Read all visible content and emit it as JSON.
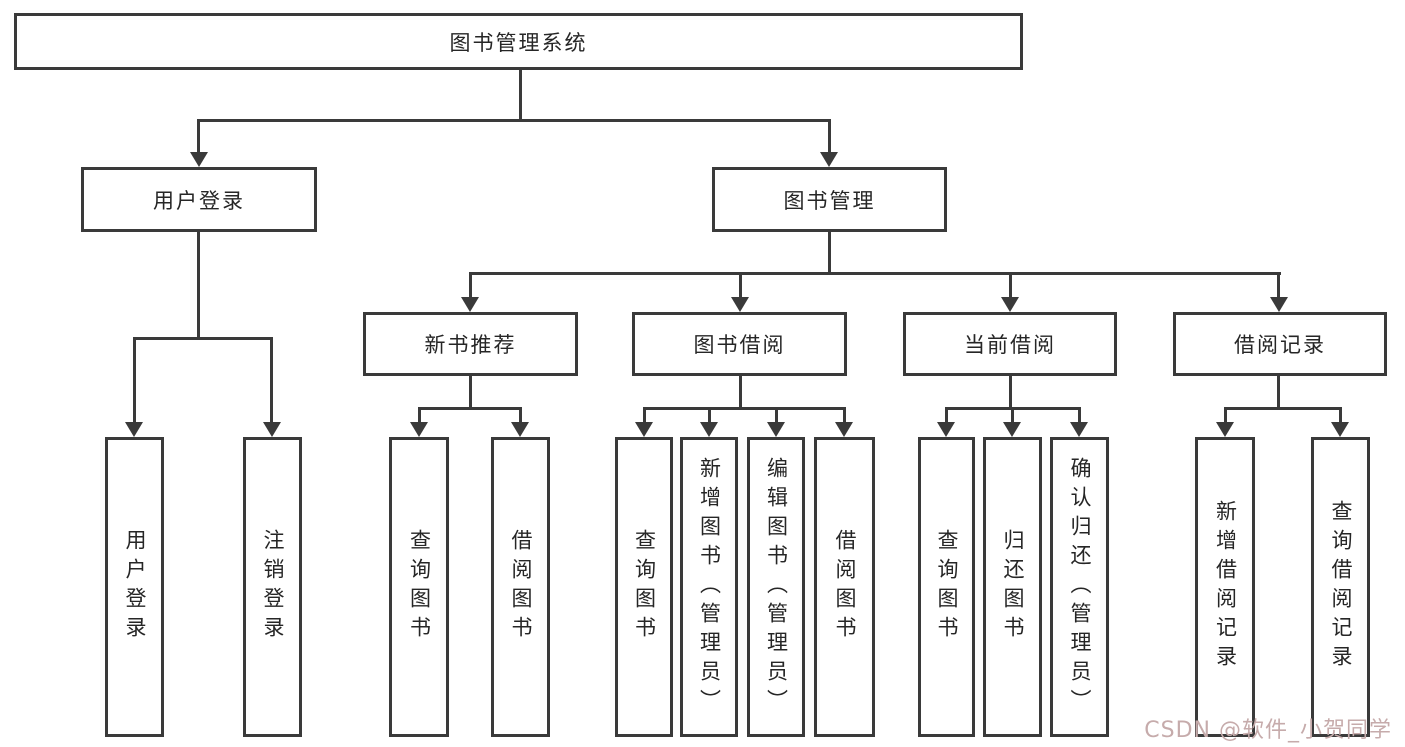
{
  "diagram": {
    "type": "tree",
    "title": "图书管理系统",
    "watermark": "CSDN @软件_小贺同学",
    "colors": {
      "line": "#3a3a3a",
      "box_background": "#ffffff",
      "text": "#262626",
      "watermark": "#c6abab"
    },
    "nodes": {
      "root": {
        "label": "图书管理系统",
        "parent": null
      },
      "user_login": {
        "label": "用户登录",
        "parent": "root"
      },
      "book_mgmt": {
        "label": "图书管理",
        "parent": "root"
      },
      "leaf_user_login": {
        "label": "用户登录",
        "parent": "user_login"
      },
      "leaf_logout": {
        "label": "注销登录",
        "parent": "user_login"
      },
      "new_book_rec": {
        "label": "新书推荐",
        "parent": "book_mgmt"
      },
      "book_borrow": {
        "label": "图书借阅",
        "parent": "book_mgmt"
      },
      "current_borrow": {
        "label": "当前借阅",
        "parent": "book_mgmt"
      },
      "borrow_records": {
        "label": "借阅记录",
        "parent": "book_mgmt"
      },
      "rec_query_books": {
        "label": "查询图书",
        "parent": "new_book_rec"
      },
      "rec_borrow_books": {
        "label": "借阅图书",
        "parent": "new_book_rec"
      },
      "bb_query_books": {
        "label": "查询图书",
        "parent": "book_borrow"
      },
      "bb_add_books": {
        "label": "新增图书（管理员）",
        "parent": "book_borrow"
      },
      "bb_edit_books": {
        "label": "编辑图书（管理员）",
        "parent": "book_borrow"
      },
      "bb_borrow_books": {
        "label": "借阅图书",
        "parent": "book_borrow"
      },
      "cb_query_books": {
        "label": "查询图书",
        "parent": "current_borrow"
      },
      "cb_return_books": {
        "label": "归还图书",
        "parent": "current_borrow"
      },
      "cb_confirm_return": {
        "label": "确认归还（管理员）",
        "parent": "current_borrow"
      },
      "br_add_record": {
        "label": "新增借阅记录",
        "parent": "borrow_records"
      },
      "br_query_record": {
        "label": "查询借阅记录",
        "parent": "borrow_records"
      }
    }
  }
}
